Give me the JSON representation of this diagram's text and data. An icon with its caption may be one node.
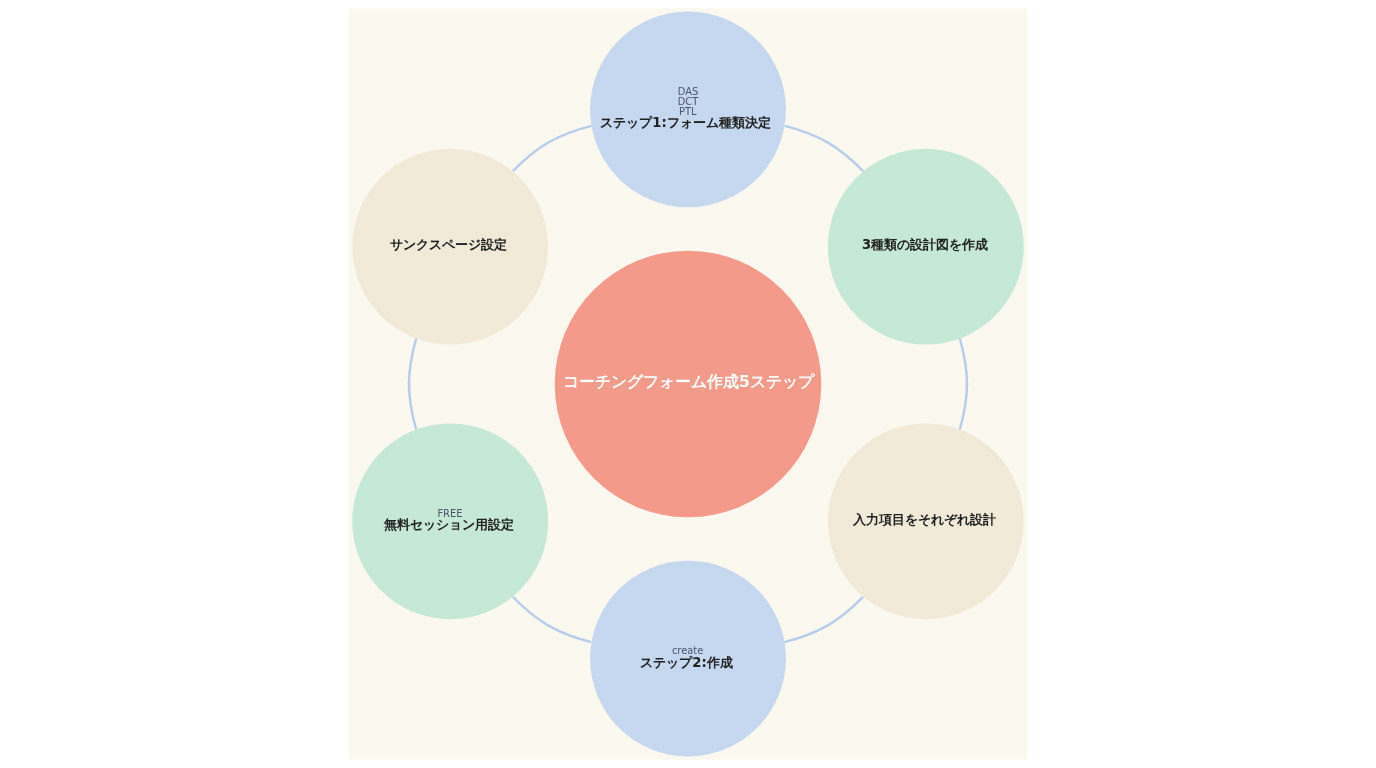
{
  "diagram": {
    "nodes": [
      {
        "text": [
          "DAS",
          "DCT",
          "PTL",
          "ステップ1:フォーム種類決定"
        ]
      },
      {
        "text": [
          "3種類の設計図を作成"
        ]
      },
      {
        "text": [
          "入力項目をそれぞれ設計"
        ]
      },
      {
        "text": [
          "create",
          "ステップ2:作成"
        ]
      },
      {
        "text": [
          "FREE",
          "無料セッション用設定"
        ]
      },
      {
        "text": [
          "サンクスページ設定"
        ]
      },
      {
        "text": [
          "コーチングフォーム作成5ステップ"
        ]
      }
    ],
    "edges": [
      {
        "from": 0,
        "to": 1,
        "arrow": "none"
      },
      {
        "from": 1,
        "to": 2,
        "arrow": "none"
      },
      {
        "from": 2,
        "to": 3,
        "arrow": "none"
      },
      {
        "from": 3,
        "to": 4,
        "arrow": "none"
      },
      {
        "from": 4,
        "to": 5,
        "arrow": "none"
      },
      {
        "from": 5,
        "to": 0,
        "arrow": "none"
      }
    ]
  }
}
